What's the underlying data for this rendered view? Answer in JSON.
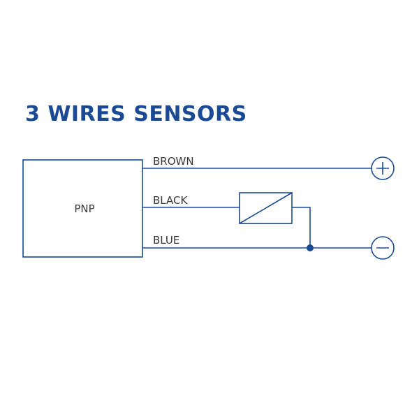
{
  "title": "3 WIRES SENSORS",
  "sensor": {
    "label": "PNP"
  },
  "wires": {
    "brown": "BROWN",
    "black": "BLACK",
    "blue": "BLUE"
  },
  "terminals": {
    "positive": "+",
    "negative": "−"
  },
  "colors": {
    "accent": "#1a4a94",
    "text": "#3a3a3a"
  }
}
